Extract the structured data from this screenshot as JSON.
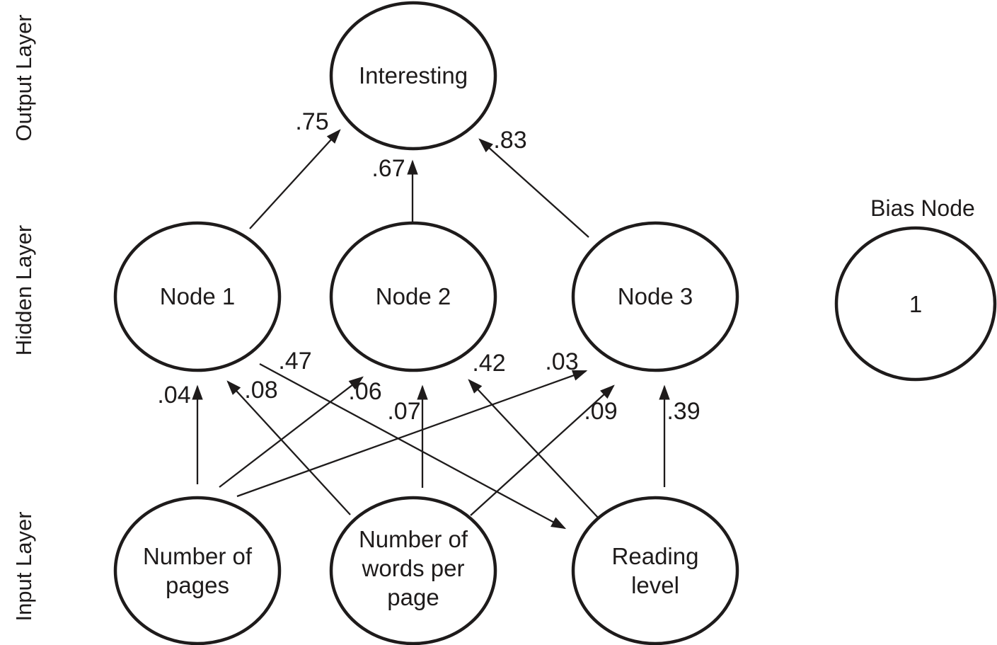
{
  "layers": {
    "output_label": "Output Layer",
    "hidden_label": "Hidden Layer",
    "input_label": "Input Layer"
  },
  "nodes": {
    "interesting": {
      "label": "Interesting",
      "layer": "output"
    },
    "node1": {
      "label": "Node 1",
      "layer": "hidden"
    },
    "node2": {
      "label": "Node 2",
      "layer": "hidden"
    },
    "node3": {
      "label": "Node 3",
      "layer": "hidden"
    },
    "bias": {
      "caption": "Bias Node",
      "label": "1",
      "layer": "hidden"
    },
    "pages": {
      "lines": [
        "Number of",
        "pages"
      ],
      "layer": "input"
    },
    "words": {
      "lines": [
        "Number of",
        "words per",
        "page"
      ],
      "layer": "input"
    },
    "reading": {
      "lines": [
        "Reading",
        "level"
      ],
      "layer": "input"
    }
  },
  "edges": [
    {
      "from": "node1",
      "to": "interesting",
      "weight": ".75"
    },
    {
      "from": "node2",
      "to": "interesting",
      "weight": ".67"
    },
    {
      "from": "node3",
      "to": "interesting",
      "weight": ".83"
    },
    {
      "from": "pages",
      "to": "node1",
      "weight": ".04"
    },
    {
      "from": "words",
      "to": "node1",
      "weight": ".08"
    },
    {
      "from": "node1",
      "to": "reading",
      "weight": ".47"
    },
    {
      "from": "pages",
      "to": "node2",
      "weight": ".06"
    },
    {
      "from": "words",
      "to": "node2",
      "weight": ".07"
    },
    {
      "from": "reading",
      "to": "node2",
      "weight": ".42"
    },
    {
      "from": "pages",
      "to": "node3",
      "weight": ".03"
    },
    {
      "from": "words",
      "to": "node3",
      "weight": ".09"
    },
    {
      "from": "reading",
      "to": "node3",
      "weight": ".39"
    }
  ],
  "colors": {
    "ink": "#1e1b1b",
    "background": "#ffffff"
  }
}
